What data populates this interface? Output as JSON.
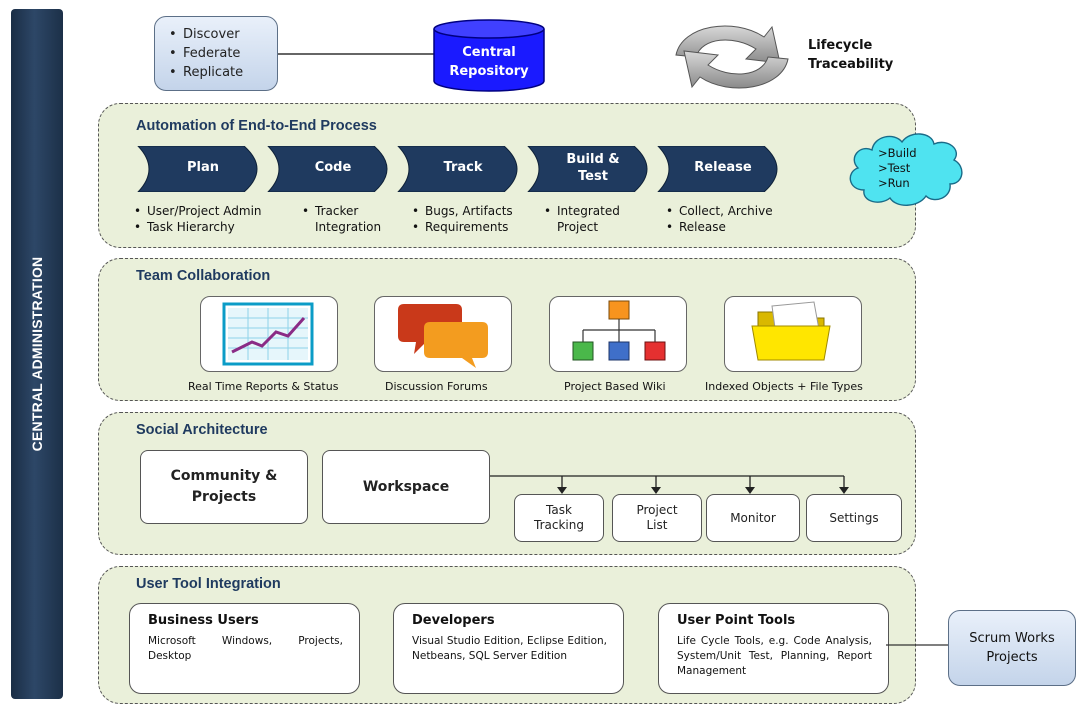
{
  "admin_label": "CENTRAL ADMINISTRATION",
  "top": {
    "discover_items": [
      "Discover",
      "Federate",
      "Replicate"
    ],
    "repository": [
      "Central",
      "Repository"
    ],
    "lifecycle": [
      "Lifecycle",
      "Traceability"
    ]
  },
  "automation": {
    "title": "Automation of End-to-End Process",
    "stages": [
      {
        "label": [
          "Plan"
        ],
        "bullets": [
          [
            "User/Project Admin"
          ],
          [
            "Task Hierarchy"
          ]
        ]
      },
      {
        "label": [
          "Code"
        ],
        "bullets": [
          [
            "Tracker",
            "Integration"
          ]
        ]
      },
      {
        "label": [
          "Track"
        ],
        "bullets": [
          [
            "Bugs, Artifacts"
          ],
          [
            "Requirements"
          ]
        ]
      },
      {
        "label": [
          "Build &",
          "Test"
        ],
        "bullets": [
          [
            "Integrated",
            "Project"
          ]
        ]
      },
      {
        "label": [
          "Release"
        ],
        "bullets": [
          [
            "Collect, Archive"
          ],
          [
            "Release"
          ]
        ]
      }
    ],
    "cloud": [
      ">Build",
      ">Test",
      ">Run"
    ]
  },
  "collaboration": {
    "title": "Team Collaboration",
    "items": [
      "Real Time Reports & Status",
      "Discussion Forums",
      "Project Based Wiki",
      "Indexed Objects + File Types"
    ]
  },
  "social": {
    "title": "Social Architecture",
    "community": [
      "Community &",
      "Projects"
    ],
    "workspace": "Workspace",
    "sub_items": [
      [
        "Task",
        "Tracking"
      ],
      [
        "Project",
        "List"
      ],
      [
        "Monitor"
      ],
      [
        "Settings"
      ]
    ]
  },
  "tools": {
    "title": "User Tool Integration",
    "boxes": [
      {
        "title": "Business Users",
        "desc": "Microsoft Windows, Projects, Desktop"
      },
      {
        "title": "Developers",
        "desc": "Visual Studio Edition, Eclipse Edition, Netbeans, SQL Server Edition"
      },
      {
        "title": "User Point Tools",
        "desc": "Life Cycle Tools, e.g. Code Analysis, System/Unit Test, Planning, Report Management"
      }
    ],
    "scrum": [
      "Scrum Works",
      "Projects"
    ]
  },
  "colors": {
    "chevron": "#1f3a5f",
    "section_fill": "#eaf0da",
    "repository": "#1a1aff",
    "cloud": "#4fe3f0"
  }
}
